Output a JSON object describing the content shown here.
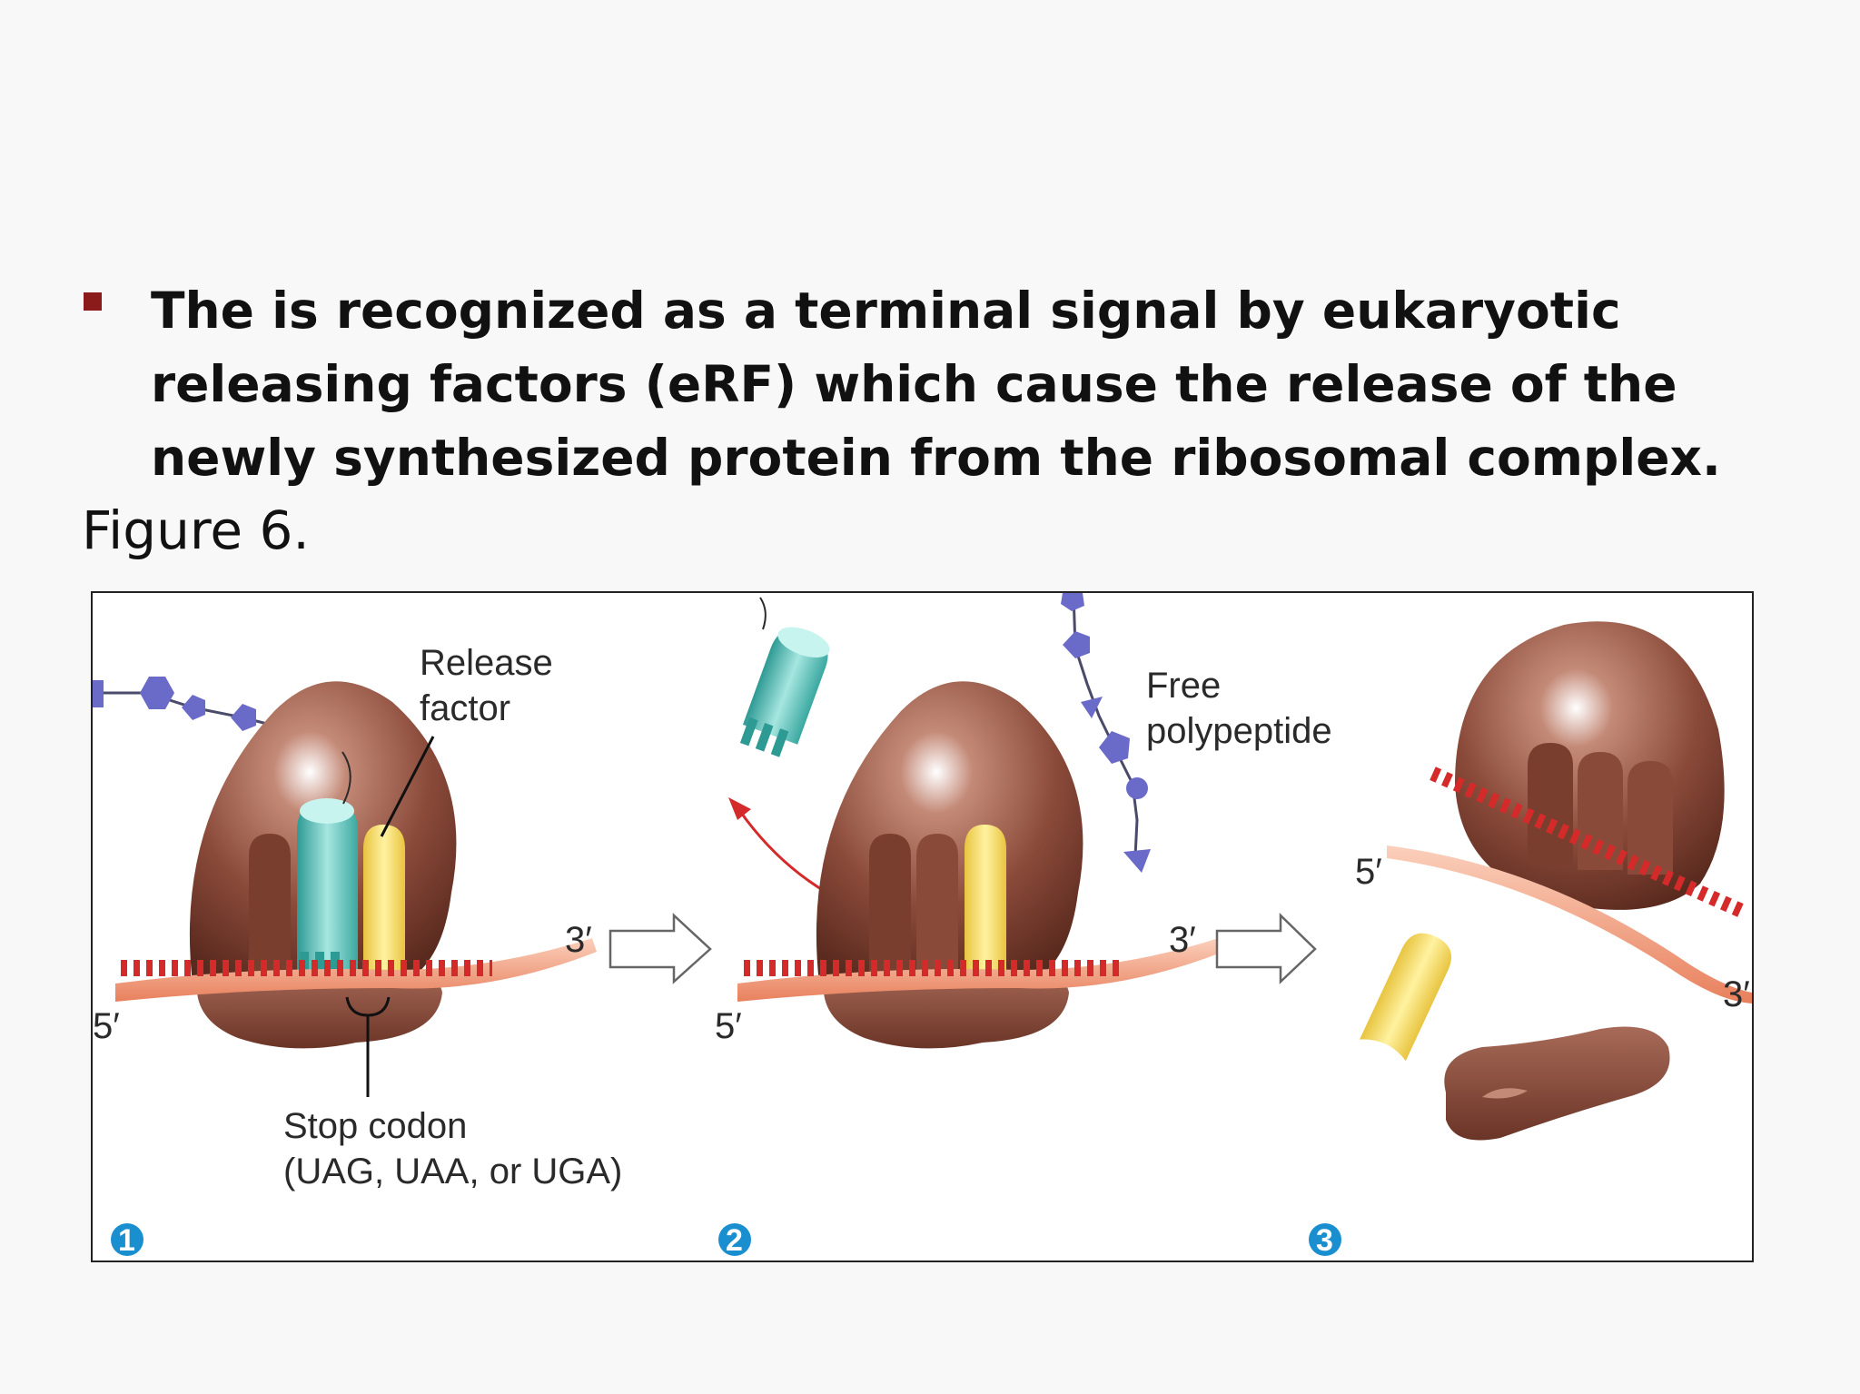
{
  "slide": {
    "bullet_text": "The is recognized as a terminal signal by eukaryotic releasing factors (eRF) which cause the release of the newly synthesized protein from the ribosomal complex.",
    "figure_label": "Figure 6."
  },
  "diagram": {
    "labels": {
      "release_factor_line1": "Release",
      "release_factor_line2": "factor",
      "stop_codon_line1": "Stop codon",
      "stop_codon_line2": "(UAG, UAA, or UGA)",
      "free_polypeptide_line1": "Free",
      "free_polypeptide_line2": "polypeptide",
      "end_5prime": "5′",
      "end_3prime": "3′"
    },
    "steps": [
      "1",
      "2",
      "3"
    ],
    "colors": {
      "ribosome": "#8a4a3a",
      "trna": "#4fb8b0",
      "release_factor": "#f0d060",
      "mrna": "#f4a98a",
      "codon_ticks": "#d42a2a",
      "polypeptide": "#6a6ac8",
      "step_badge": "#1a8fd0"
    }
  }
}
